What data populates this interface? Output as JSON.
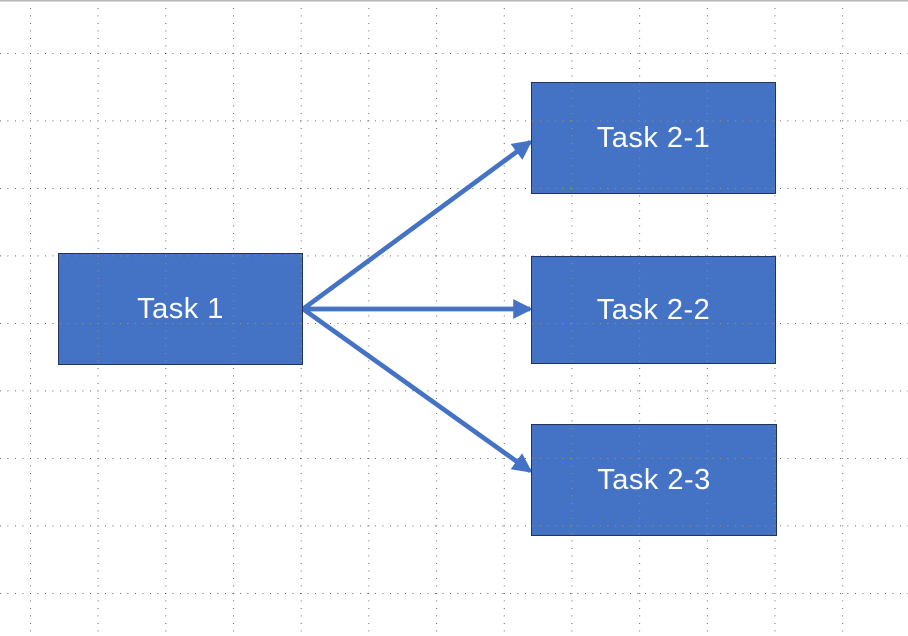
{
  "diagram": {
    "nodes": [
      {
        "id": "task-1",
        "label": "Task 1"
      },
      {
        "id": "task-2-1",
        "label": "Task 2-1"
      },
      {
        "id": "task-2-2",
        "label": "Task 2-2"
      },
      {
        "id": "task-2-3",
        "label": "Task 2-3"
      }
    ],
    "edges": [
      {
        "from": "task-1",
        "to": "task-2-1",
        "style": "arrow"
      },
      {
        "from": "task-1",
        "to": "task-2-2",
        "style": "arrow"
      },
      {
        "from": "task-1",
        "to": "task-2-3",
        "style": "arrow"
      }
    ]
  },
  "colors": {
    "node_fill": "#4472C4",
    "node_border": "#24335B",
    "arrow": "#4472C4",
    "grid_dot": "#333333",
    "grid_dot_on_shape": "#CE9A3F",
    "node_text": "#FFFFFF",
    "canvas_bg": "#FFFFFF"
  }
}
